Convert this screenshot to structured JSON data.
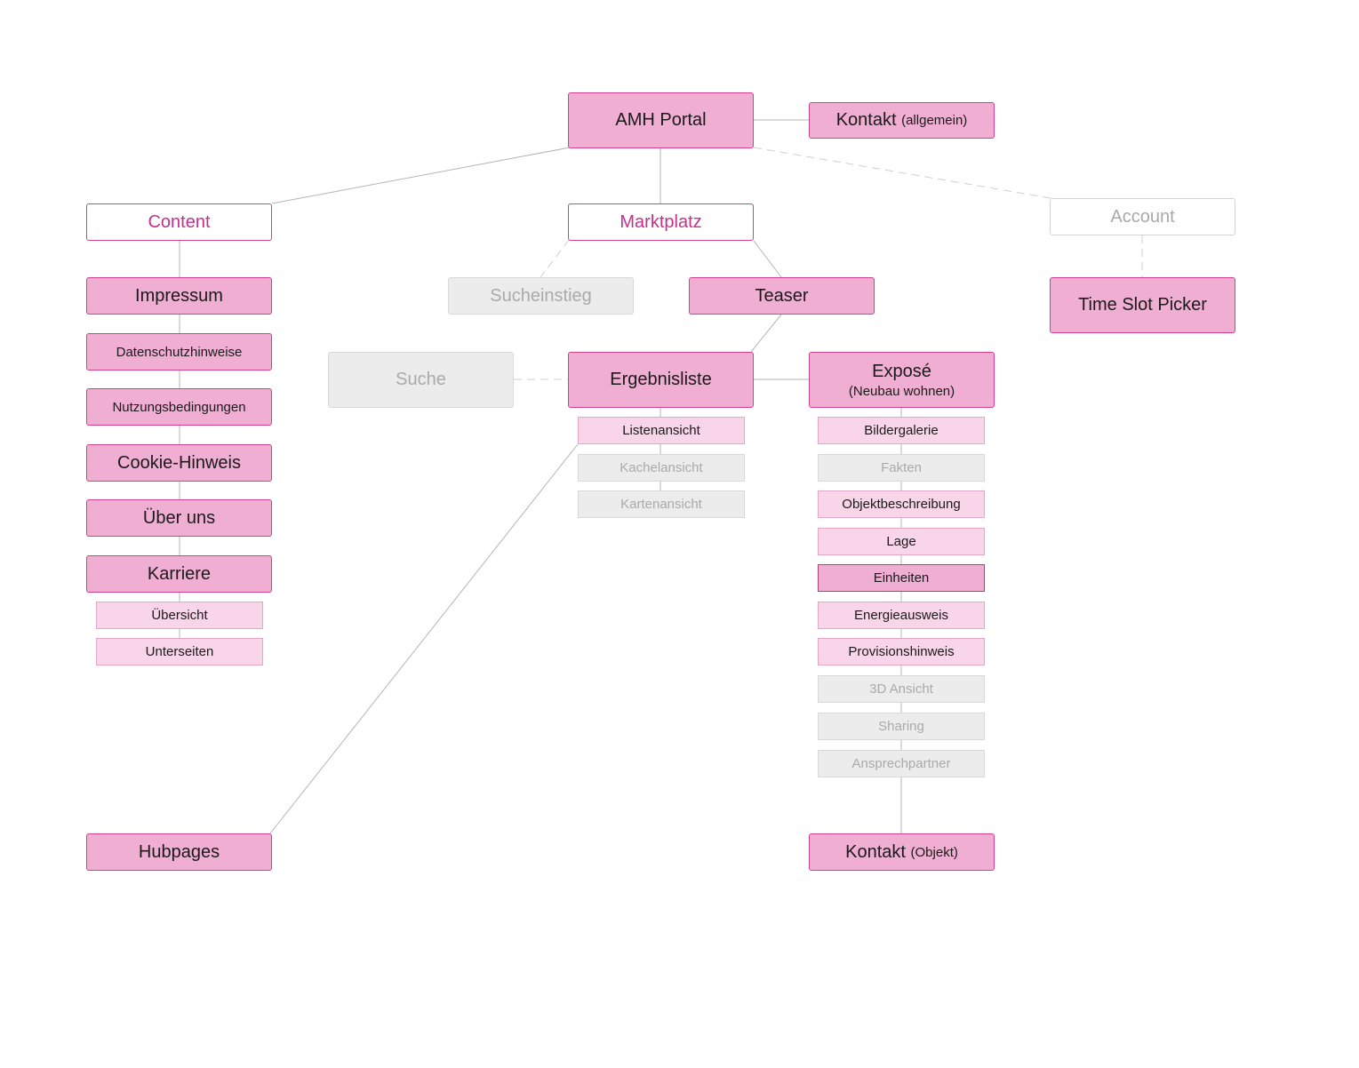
{
  "nodes": {
    "amh_portal": "AMH Portal",
    "kontakt_allgemein": {
      "main": "Kontakt",
      "sub": "(allgemein)"
    },
    "content": "Content",
    "marktplatz": "Marktplatz",
    "account": "Account",
    "impressum": "Impressum",
    "datenschutz": "Datenschutzhinweise",
    "nutzungsbedingungen": "Nutzungsbedingungen",
    "cookie": "Cookie-Hinweis",
    "ueber_uns": "Über uns",
    "karriere": "Karriere",
    "uebersicht": "Übersicht",
    "unterseiten": "Unterseiten",
    "hubpages": "Hubpages",
    "sucheinstieg": "Sucheinstieg",
    "teaser": "Teaser",
    "time_slot_picker": "Time Slot Picker",
    "suche": "Suche",
    "ergebnisliste": "Ergebnisliste",
    "listenansicht": "Listenansicht",
    "kachelansicht": "Kachelansicht",
    "kartenansicht": "Kartenansicht",
    "expose": {
      "main": "Exposé",
      "sub": "(Neubau wohnen)"
    },
    "bildergalerie": "Bildergalerie",
    "fakten": "Fakten",
    "objektbeschreibung": "Objektbeschreibung",
    "lage": "Lage",
    "einheiten": "Einheiten",
    "energieausweis": "Energieausweis",
    "provisionshinweis": "Provisionshinweis",
    "ansicht_3d": "3D Ansicht",
    "sharing": "Sharing",
    "ansprechpartner": "Ansprechpartner",
    "kontakt_objekt": {
      "main": "Kontakt",
      "sub": "(Objekt)"
    }
  },
  "colors": {
    "primary_fill": "#f0aed3",
    "primary_border": "#d0418f",
    "accent_text": "#c4318a",
    "light_fill": "#f8d5e8",
    "disabled_fill": "#ececec",
    "disabled_text": "#aaaaaa",
    "connector": "#b5b5b5"
  }
}
